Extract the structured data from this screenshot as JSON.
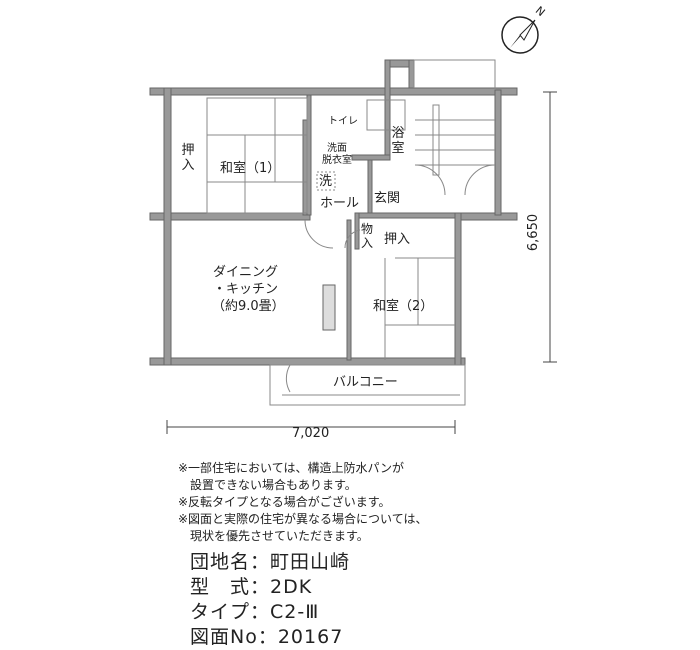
{
  "rooms": {
    "oshiire_1": "押入",
    "washitsu_1": "和室（1）",
    "toilet": "トイレ",
    "senmen": "洗面",
    "datsui": "脱衣室",
    "sentaku": "洗",
    "bath": "浴室",
    "hall": "ホール",
    "genkan": "玄関",
    "monoire": "物入",
    "oshiire_2": "押入",
    "dk_line1": "ダイニング",
    "dk_line2": "・キッチン",
    "dk_size": "（約9.0畳）",
    "washitsu_2": "和室（2）",
    "balcony": "バルコニー"
  },
  "dimensions": {
    "width": "7,020",
    "depth": "6,650"
  },
  "compass": {
    "label": "N"
  },
  "notes": [
    "※一部住宅においては、構造上防水パンが",
    "　設置できない場合もあります。",
    "※反転タイプとなる場合がございます。",
    "※図面と実際の住宅が異なる場合については、",
    "　現状を優先させていただきます。"
  ],
  "info": {
    "danchi": "団地名：町田山崎",
    "kata": "型　式：2DK",
    "type": "タイプ：C2-Ⅲ",
    "zumen": "図面No：20167"
  }
}
